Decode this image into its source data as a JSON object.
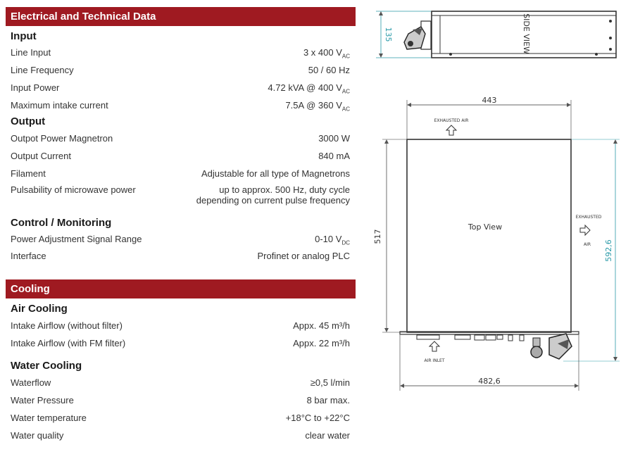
{
  "electrical": {
    "title": "Electrical and Technical Data",
    "input": {
      "heading": "Input",
      "rows": [
        {
          "label": "Line Input",
          "value": "3 x 400 V",
          "sub": "AC"
        },
        {
          "label": "Line Frequency",
          "value": "50 / 60 Hz",
          "sub": ""
        },
        {
          "label": "Input Power",
          "value": "4.72 kVA @ 400 V",
          "sub": "AC"
        },
        {
          "label": "Maximum intake current",
          "value": "7.5A @ 360 V",
          "sub": "AC"
        }
      ]
    },
    "output": {
      "heading": "Output",
      "rows": [
        {
          "label": "Outpot Power Magnetron",
          "value": "3000 W"
        },
        {
          "label": "Output Current",
          "value": "840 mA"
        },
        {
          "label": "Filament",
          "value": "Adjustable for all type of Magnetrons"
        }
      ],
      "pulsability": {
        "label": "Pulsability of microwave power",
        "value1": "up to approx. 500 Hz, duty cycle",
        "value2": "depending on current pulse frequency"
      }
    },
    "control": {
      "heading": "Control / Monitoring",
      "rows": [
        {
          "label": "Power Adjustment Signal Range",
          "value": "0-10 V",
          "sub": "DC"
        },
        {
          "label": "Interface",
          "value": "Profinet or analog PLC",
          "sub": ""
        }
      ]
    }
  },
  "cooling": {
    "title": "Cooling",
    "air": {
      "heading": "Air Cooling",
      "rows": [
        {
          "label": "Intake Airflow (without filter)",
          "value": "Appx. 45 m³/h"
        },
        {
          "label": "Intake Airflow (with FM filter)",
          "value": "Appx. 22 m³/h"
        }
      ]
    },
    "water": {
      "heading": "Water Cooling",
      "rows": [
        {
          "label": "Waterflow",
          "value": "≥0,5 l/min"
        },
        {
          "label": "Water Pressure",
          "value": "8 bar max."
        },
        {
          "label": "Water temperature",
          "value": "+18°C to +22°C"
        },
        {
          "label": "Water quality",
          "value": "clear water"
        }
      ]
    }
  },
  "drawing": {
    "side_view_label": "SIDE VIEW",
    "dim_height_side": "135",
    "dim_width_top": "443",
    "dim_depth": "517",
    "dim_total_depth": "592,6",
    "dim_total_width": "482,6",
    "top_view_label": "Top View",
    "exhausted_air_top": "EXHAUSTED AIR",
    "exhausted_right_1": "EXHAUSTED",
    "exhausted_right_2": "AIR",
    "air_inlet": "AIR INLET",
    "line_color": "#3a3a3a",
    "dim_color": "#2a9aa8"
  }
}
